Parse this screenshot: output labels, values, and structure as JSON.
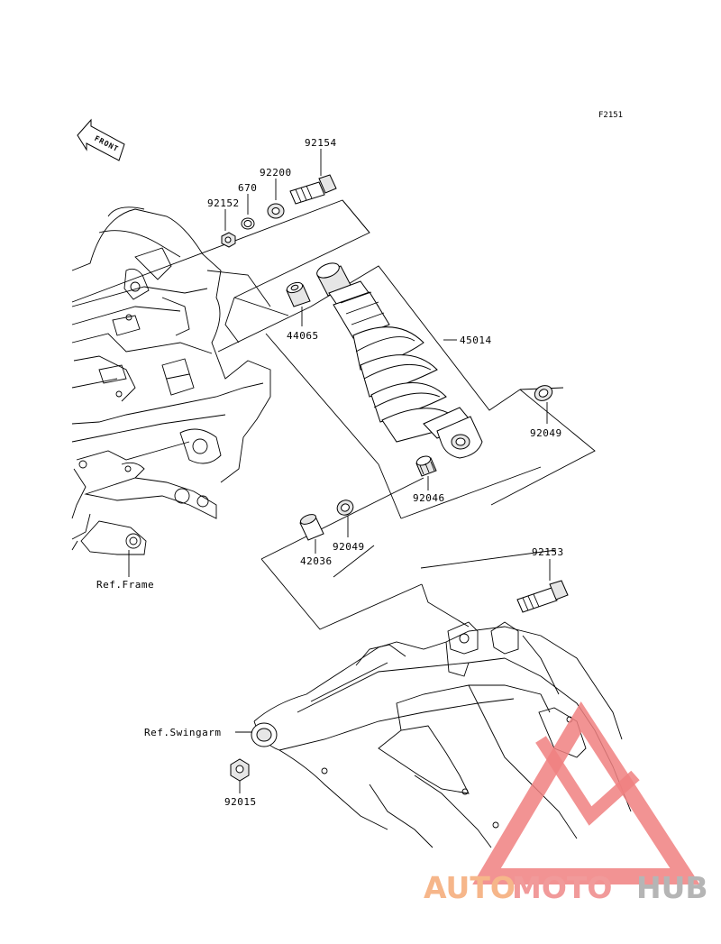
{
  "figure_code": "F2151",
  "front_label": "FRONT",
  "parts": {
    "p92154": "92154",
    "p92200": "92200",
    "p670": "670",
    "p92152": "92152",
    "p44065": "44065",
    "p45014": "45014",
    "p92049a": "92049",
    "p92046": "92046",
    "p92049b": "92049",
    "p42036": "42036",
    "p92153": "92153",
    "p92015": "92015"
  },
  "refs": {
    "frame": "Ref.Frame",
    "swingarm": "Ref.Swingarm"
  },
  "watermark": {
    "auto": "AUTO",
    "moto": "MOTO",
    "hub": "HUB",
    "colors": {
      "auto": "#f6b68a",
      "moto": "#f19a9a",
      "hub": "#b5b5b5",
      "triangle": "#f08080"
    }
  }
}
